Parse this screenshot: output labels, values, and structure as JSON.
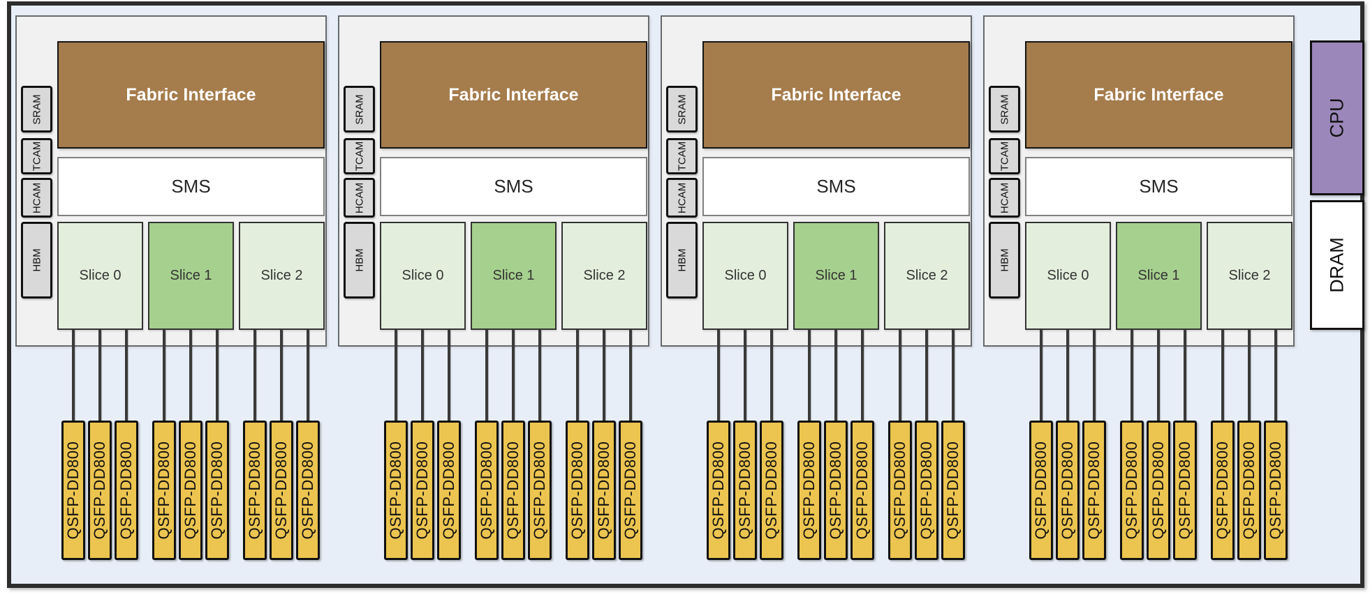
{
  "diagram": {
    "asic_count": 4,
    "asic": {
      "fabric_label": "Fabric Interface",
      "sms_label": "SMS",
      "memory_blocks": [
        "SRAM",
        "TCAM",
        "HCAM",
        "HBM"
      ],
      "slices": [
        "Slice 0",
        "Slice 1",
        "Slice 2"
      ],
      "ports_per_slice": 3,
      "port_label": "QSFP-DD800"
    },
    "right_column": {
      "cpu_label": "CPU",
      "dram_label": "DRAM"
    },
    "colors": {
      "canvas_background": "#e8eef7",
      "frame_border": "#2d2d2d",
      "asic_background": "#f1f1f1",
      "fabric_interface": "#a57c4c",
      "sms": "#ffffff",
      "slice_light_green": "#e3efdc",
      "slice_accent_green": "#a6d08e",
      "memory_gray": "#d9d9d9",
      "port_gold": "#ecc450",
      "cpu_purple": "#9c87bb",
      "dram_white": "#ffffff",
      "cable": "#3a3a3a"
    }
  }
}
